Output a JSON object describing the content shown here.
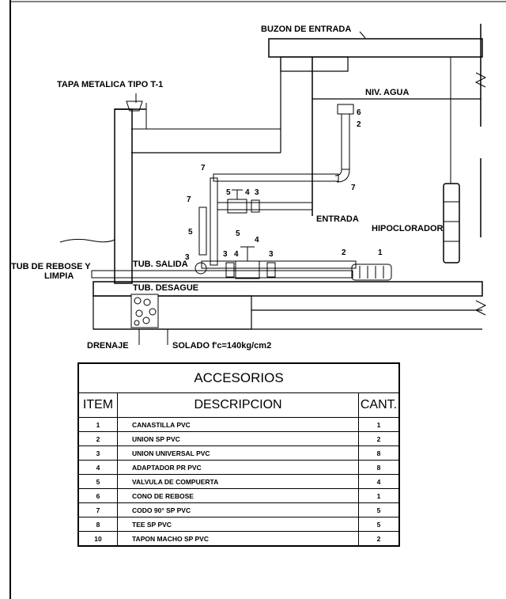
{
  "labels": {
    "buzon": "BUZON DE ENTRADA",
    "tapa": "TAPA METALICA TIPO T-1",
    "niv_agua": "NIV. AGUA",
    "entrada": "ENTRADA",
    "hipoclorador": "HIPOCLORADOR",
    "tub_rebose_1": "TUB DE REBOSE Y",
    "tub_rebose_2": "LIMPIA",
    "tub_salida": "TUB. SALIDA",
    "tub_desague": "TUB. DESAGUE",
    "drenaje": "DRENAJE",
    "solado": "SOLADO f'c=140kg/cm2"
  },
  "callouts": [
    "6",
    "2",
    "7",
    "7",
    "7",
    "5",
    "4",
    "3",
    "5",
    "5",
    "4",
    "3",
    "3",
    "3",
    "4",
    "2",
    "1"
  ],
  "table": {
    "title": "ACCESORIOS",
    "headers": [
      "ITEM",
      "DESCRIPCION",
      "CANT."
    ],
    "rows": [
      {
        "item": "1",
        "desc": "CANASTILLA PVC",
        "cant": "1"
      },
      {
        "item": "2",
        "desc": "UNION SP PVC",
        "cant": "2"
      },
      {
        "item": "3",
        "desc": "UNION UNIVERSAL PVC",
        "cant": "8"
      },
      {
        "item": "4",
        "desc": "ADAPTADOR PR PVC",
        "cant": "8"
      },
      {
        "item": "5",
        "desc": "VALVULA DE COMPUERTA",
        "cant": "4"
      },
      {
        "item": "6",
        "desc": "CONO DE REBOSE",
        "cant": "1"
      },
      {
        "item": "7",
        "desc": "CODO 90° SP PVC",
        "cant": "5"
      },
      {
        "item": "8",
        "desc": "TEE SP PVC",
        "cant": "5"
      },
      {
        "item": "10",
        "desc": "TAPON MACHO SP PVC",
        "cant": "2"
      }
    ]
  }
}
